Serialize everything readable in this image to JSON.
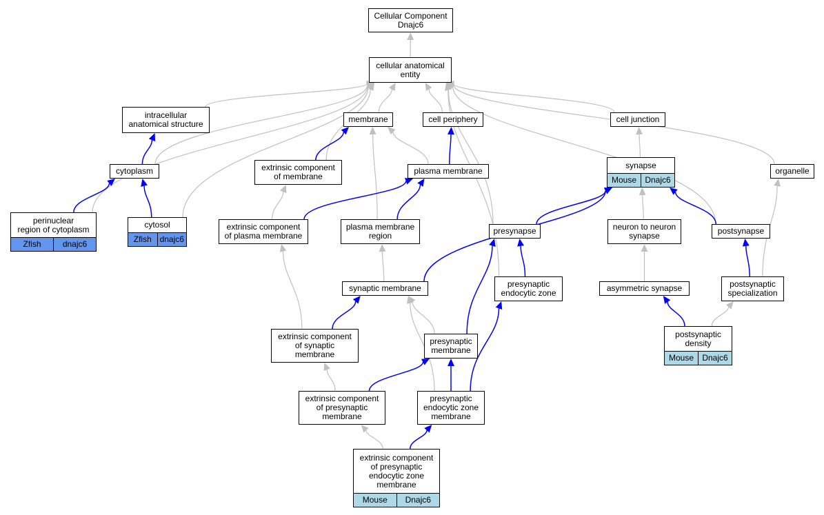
{
  "graph": {
    "nodes": [
      {
        "id": "cc",
        "label": "Cellular Component\nDnajc6"
      },
      {
        "id": "cae",
        "label": "cellular anatomical\nentity"
      },
      {
        "id": "ias",
        "label": "intracellular\nanatomical structure"
      },
      {
        "id": "mem",
        "label": "membrane"
      },
      {
        "id": "cp",
        "label": "cell periphery"
      },
      {
        "id": "cj",
        "label": "cell junction"
      },
      {
        "id": "cyto",
        "label": "cytoplasm"
      },
      {
        "id": "ecm",
        "label": "extrinsic component\nof membrane"
      },
      {
        "id": "pm",
        "label": "plasma membrane"
      },
      {
        "id": "syn",
        "label": "synapse",
        "tags": [
          "Mouse",
          "Dnajc6"
        ],
        "species": "mouse"
      },
      {
        "id": "org",
        "label": "organelle"
      },
      {
        "id": "perinuc",
        "label": "perinuclear\nregion of cytoplasm",
        "tags": [
          "Zfish",
          "dnajc6"
        ],
        "species": "zfish"
      },
      {
        "id": "cytosol",
        "label": "cytosol",
        "tags": [
          "Zfish",
          "dnajc6"
        ],
        "species": "zfish"
      },
      {
        "id": "ecpm",
        "label": "extrinsic component\nof plasma membrane"
      },
      {
        "id": "pmr",
        "label": "plasma membrane\nregion"
      },
      {
        "id": "pre",
        "label": "presynapse"
      },
      {
        "id": "n2n",
        "label": "neuron to neuron\nsynapse"
      },
      {
        "id": "post",
        "label": "postsynapse"
      },
      {
        "id": "synmem",
        "label": "synaptic membrane"
      },
      {
        "id": "pez",
        "label": "presynaptic\nendocytic zone"
      },
      {
        "id": "asym",
        "label": "asymmetric synapse"
      },
      {
        "id": "pspec",
        "label": "postsynaptic\nspecialization"
      },
      {
        "id": "ecsm",
        "label": "extrinsic component\nof synaptic\nmembrane"
      },
      {
        "id": "premem",
        "label": "presynaptic\nmembrane"
      },
      {
        "id": "psd",
        "label": "postsynaptic\ndensity",
        "tags": [
          "Mouse",
          "Dnajc6"
        ],
        "species": "mouse"
      },
      {
        "id": "ecprem",
        "label": "extrinsic component\nof presynaptic\nmembrane"
      },
      {
        "id": "pezm",
        "label": "presynaptic\nendocytic zone\nmembrane"
      },
      {
        "id": "ecpezm",
        "label": "extrinsic component\nof presynaptic\nendocytic zone\nmembrane",
        "tags": [
          "Mouse",
          "Dnajc6"
        ],
        "species": "mouse"
      }
    ],
    "edges": [
      {
        "from": "cae",
        "to": "cc",
        "kind": "is_a"
      },
      {
        "from": "ias",
        "to": "cae",
        "kind": "is_a"
      },
      {
        "from": "mem",
        "to": "cae",
        "kind": "is_a"
      },
      {
        "from": "cp",
        "to": "cae",
        "kind": "is_a"
      },
      {
        "from": "cj",
        "to": "cae",
        "kind": "is_a"
      },
      {
        "from": "org",
        "to": "cae",
        "kind": "is_a"
      },
      {
        "from": "cyto",
        "to": "cae",
        "kind": "is_a"
      },
      {
        "from": "perinuc",
        "to": "cae",
        "kind": "is_a"
      },
      {
        "from": "cytosol",
        "to": "cae",
        "kind": "is_a"
      },
      {
        "from": "ecm",
        "to": "cae",
        "kind": "is_a"
      },
      {
        "from": "pre",
        "to": "cae",
        "kind": "is_a"
      },
      {
        "from": "pez",
        "to": "cae",
        "kind": "is_a"
      },
      {
        "from": "post",
        "to": "cae",
        "kind": "is_a"
      },
      {
        "from": "cyto",
        "to": "ias",
        "kind": "part_of"
      },
      {
        "from": "perinuc",
        "to": "cyto",
        "kind": "part_of"
      },
      {
        "from": "cytosol",
        "to": "cyto",
        "kind": "part_of"
      },
      {
        "from": "ecm",
        "to": "mem",
        "kind": "part_of"
      },
      {
        "from": "pm",
        "to": "mem",
        "kind": "is_a"
      },
      {
        "from": "pm",
        "to": "cp",
        "kind": "part_of"
      },
      {
        "from": "pmr",
        "to": "mem",
        "kind": "is_a"
      },
      {
        "from": "pmr",
        "to": "pm",
        "kind": "part_of"
      },
      {
        "from": "ecpm",
        "to": "ecm",
        "kind": "is_a"
      },
      {
        "from": "ecpm",
        "to": "pm",
        "kind": "part_of"
      },
      {
        "from": "syn",
        "to": "cj",
        "kind": "is_a"
      },
      {
        "from": "pre",
        "to": "syn",
        "kind": "part_of"
      },
      {
        "from": "post",
        "to": "syn",
        "kind": "part_of"
      },
      {
        "from": "synmem",
        "to": "syn",
        "kind": "part_of"
      },
      {
        "from": "n2n",
        "to": "syn",
        "kind": "is_a"
      },
      {
        "from": "asym",
        "to": "n2n",
        "kind": "is_a"
      },
      {
        "from": "pspec",
        "to": "post",
        "kind": "part_of"
      },
      {
        "from": "pspec",
        "to": "org",
        "kind": "is_a"
      },
      {
        "from": "psd",
        "to": "asym",
        "kind": "part_of"
      },
      {
        "from": "psd",
        "to": "pspec",
        "kind": "is_a"
      },
      {
        "from": "synmem",
        "to": "pmr",
        "kind": "is_a"
      },
      {
        "from": "pez",
        "to": "pre",
        "kind": "part_of"
      },
      {
        "from": "premem",
        "to": "pre",
        "kind": "part_of"
      },
      {
        "from": "premem",
        "to": "synmem",
        "kind": "is_a"
      },
      {
        "from": "ecsm",
        "to": "ecpm",
        "kind": "is_a"
      },
      {
        "from": "ecsm",
        "to": "synmem",
        "kind": "part_of"
      },
      {
        "from": "ecprem",
        "to": "ecsm",
        "kind": "is_a"
      },
      {
        "from": "ecprem",
        "to": "premem",
        "kind": "part_of"
      },
      {
        "from": "pezm",
        "to": "premem",
        "kind": "part_of"
      },
      {
        "from": "pezm",
        "to": "synmem",
        "kind": "is_a"
      },
      {
        "from": "pezm",
        "to": "pez",
        "kind": "part_of"
      },
      {
        "from": "ecpezm",
        "to": "ecprem",
        "kind": "is_a"
      },
      {
        "from": "ecpezm",
        "to": "pezm",
        "kind": "part_of"
      }
    ]
  },
  "colors": {
    "part_of_edge": "#0000ff",
    "is_a_edge": "#c0c0c0",
    "mouse_tag": "#add8e6",
    "zfish_tag": "#6495ed"
  }
}
